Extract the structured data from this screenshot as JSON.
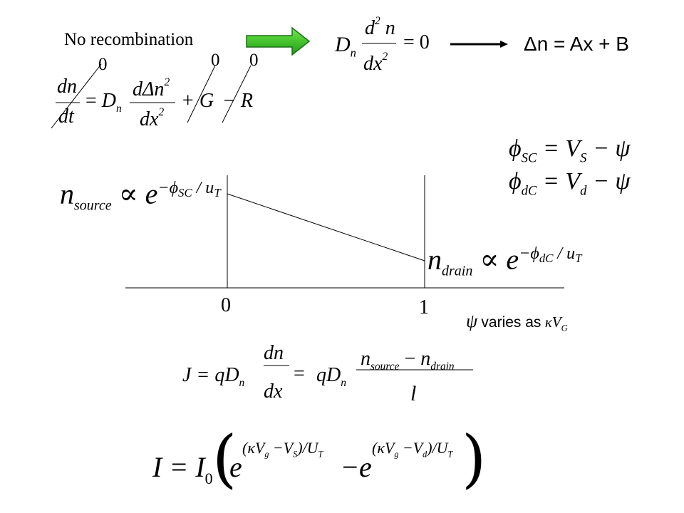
{
  "top": {
    "no_recomb_label": "No recombination",
    "zero": "0",
    "dn_dt_eq": {
      "dn": "dn",
      "dt": "dt",
      "eq": "=",
      "D": "D",
      "n_sub": "n",
      "dDelta": "dΔn",
      "two": "2",
      "dx": "dx",
      "plus_G": "+ G",
      "minus_R": "− R"
    },
    "steady_eq": {
      "D": "D",
      "n_sub": "n",
      "d2n_d": "d",
      "d2n_n": "n",
      "two": "2",
      "dx": "dx",
      "eq_zero": "= 0"
    },
    "solution": "Δn = Ax + B"
  },
  "potentials": {
    "phi_sc": {
      "phi": "ϕ",
      "sub": "SC",
      "rhs": "= V",
      "V_sub": "S",
      "minus_psi": "− ψ"
    },
    "phi_dc": {
      "phi": "ϕ",
      "sub": "dC",
      "rhs": "= V",
      "V_sub": "d",
      "minus_psi": "− ψ"
    }
  },
  "profile": {
    "n_source": {
      "n": "n",
      "sub": "source",
      "prop": "∝",
      "e": "e",
      "exp": "−ϕ",
      "exp_sub": "SC",
      "exp_tail": " / u",
      "ut_sub": "T"
    },
    "n_drain": {
      "n": "n",
      "sub": "drain",
      "prop": "∝",
      "e": "e",
      "exp": "−ϕ",
      "exp_sub": "dC",
      "exp_tail": " / u",
      "ut_sub": "T"
    },
    "tick_0": "0",
    "tick_1": "1",
    "psi_note": {
      "psi": "ψ",
      "text": "varies as",
      "kappa": "κV",
      "sub": "G"
    }
  },
  "current_density": {
    "J": "J = qD",
    "n_sub": "n",
    "dn": "dn",
    "dx": "dx",
    "eq": "=",
    "qD": "qD",
    "num_n1": "n",
    "num_sub1": "source",
    "num_minus": "−",
    "num_n2": "n",
    "num_sub2": "drain",
    "den": "l"
  },
  "current": {
    "lhs": "I = I",
    "zero": "0",
    "e": "e",
    "minus": "−",
    "exp1": "(κV",
    "g": "g",
    "minusVS": " −V",
    "S": "S",
    "close": ")/U",
    "T": "T",
    "exp2": "(κV",
    "minusVd": " −V",
    "d": "d"
  }
}
